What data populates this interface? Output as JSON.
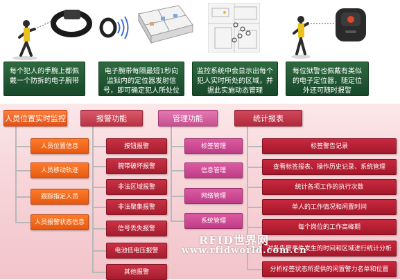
{
  "panels": [
    {
      "text": "每个犯人的手腕上都佩戴一个防拆的电子腕带"
    },
    {
      "text": "电子腕带每隔最短1秒向监狱内的定位器发射信号，即可确定犯人所处位置"
    },
    {
      "text": "监控系统中会显示出每个犯人实时所处的区域，并据此实施动态管理"
    },
    {
      "text": "每位狱警也佩戴有类似的电子定位器，随定位外还可随时报警"
    }
  ],
  "categories": [
    {
      "title": "人员位置实时监控",
      "color": "#f0622a",
      "items": [
        "人员位置信息",
        "人员移动轨迹",
        "跟踪指定人员",
        "人员报警状态信息"
      ]
    },
    {
      "title": "报警功能",
      "color": "#c93244",
      "items": [
        "按钮报警",
        "腕带破坏报警",
        "非法区域报警",
        "非法聚集报警",
        "信号丢失报警",
        "电池低电压报警",
        "其他报警"
      ]
    },
    {
      "title": "管理功能",
      "color": "#d45a9c",
      "items": [
        "标签管理",
        "信息管理",
        "网络管理",
        "系统管理"
      ]
    },
    {
      "title": "统计报表",
      "color": "#c0283c",
      "items": [
        "标签警告记录",
        "查看标签报表、操作历史记录、系统管理",
        "统计各项工作的执行次数",
        "单人的工作情况和闲置时间",
        "每个岗位的工作高峰期",
        "对各告警事件发生的时间和区域进行统计分析",
        "分析标签状态所提供的闲置警力名单和位置"
      ]
    }
  ],
  "watermark": {
    "line1": "RFID世界网",
    "line2": "www.rfidworld.com.cn"
  }
}
